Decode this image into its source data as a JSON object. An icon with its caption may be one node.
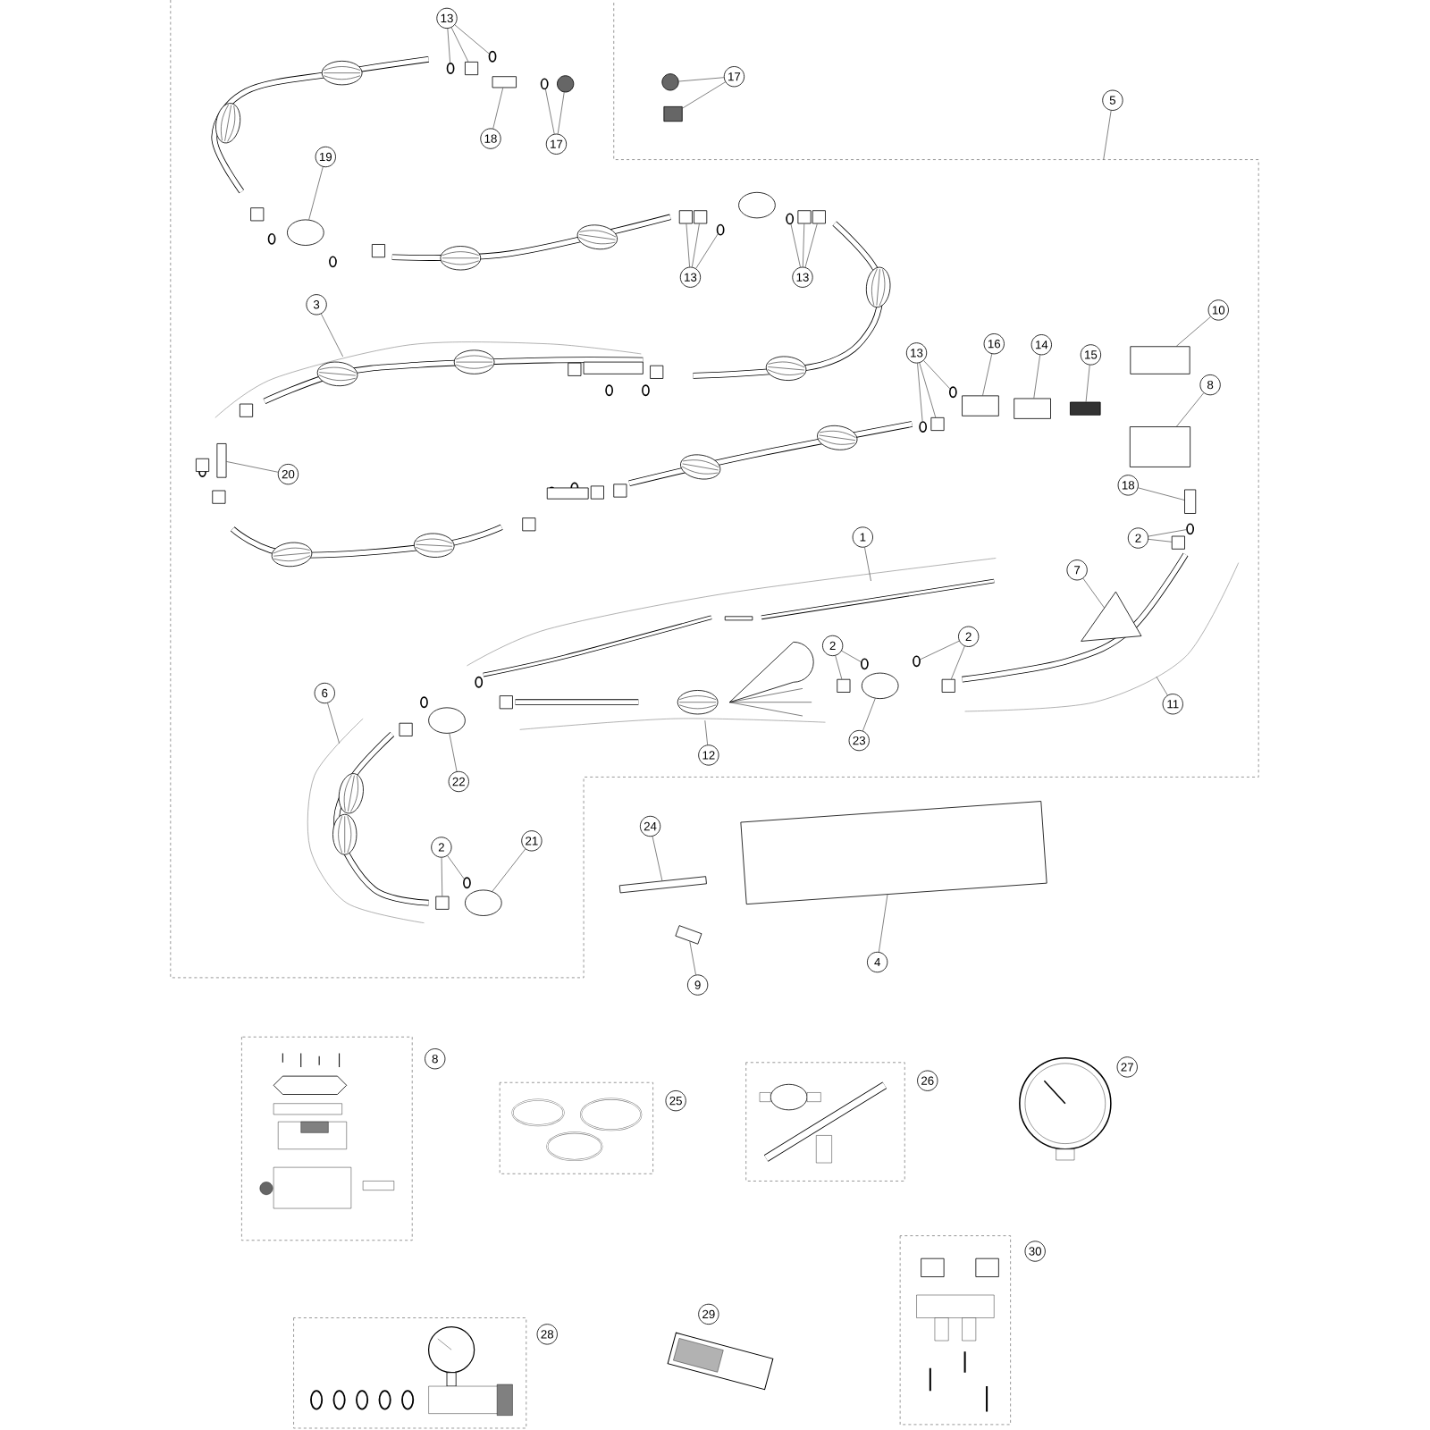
{
  "diagram": {
    "nodes": [
      {
        "text": [
          "13"
        ]
      },
      {
        "text": [
          "17"
        ]
      },
      {
        "text": [
          "18"
        ]
      },
      {
        "text": [
          "17"
        ]
      },
      {
        "text": [
          "5"
        ]
      },
      {
        "text": [
          "19"
        ]
      },
      {
        "text": [
          "13"
        ]
      },
      {
        "text": [
          "13"
        ]
      },
      {
        "text": [
          "3"
        ]
      },
      {
        "text": [
          "16"
        ]
      },
      {
        "text": [
          "14"
        ]
      },
      {
        "text": [
          "15"
        ]
      },
      {
        "text": [
          "10"
        ]
      },
      {
        "text": [
          "13"
        ]
      },
      {
        "text": [
          "8"
        ]
      },
      {
        "text": [
          "18"
        ]
      },
      {
        "text": [
          "20"
        ]
      },
      {
        "text": [
          "2"
        ]
      },
      {
        "text": [
          "1"
        ]
      },
      {
        "text": [
          "7"
        ]
      },
      {
        "text": [
          "2"
        ]
      },
      {
        "text": [
          "2"
        ]
      },
      {
        "text": [
          "6"
        ]
      },
      {
        "text": [
          "11"
        ]
      },
      {
        "text": [
          "22"
        ]
      },
      {
        "text": [
          "12"
        ]
      },
      {
        "text": [
          "23"
        ]
      },
      {
        "text": [
          "24"
        ]
      },
      {
        "text": [
          "2"
        ]
      },
      {
        "text": [
          "21"
        ]
      },
      {
        "text": [
          "4"
        ]
      },
      {
        "text": [
          "9"
        ]
      },
      {
        "text": [
          "8"
        ]
      },
      {
        "text": [
          "25"
        ]
      },
      {
        "text": [
          "26"
        ]
      },
      {
        "text": [
          "27"
        ]
      },
      {
        "text": [
          "28"
        ]
      },
      {
        "text": [
          "29"
        ]
      },
      {
        "text": [
          "30"
        ]
      },
      {
        "text": [],
        "shape": "ring"
      },
      {
        "text": [],
        "shape": "box"
      },
      {
        "text": [],
        "shape": "ring"
      },
      {
        "text": [],
        "shape": "circle"
      },
      {
        "text": [],
        "shape": "box"
      },
      {
        "text": [],
        "shape": "box"
      },
      {
        "text": [],
        "shape": "ring"
      },
      {
        "text": [],
        "shape": "circle"
      },
      {
        "text": [],
        "shape": "ellipse"
      },
      {
        "text": [],
        "shape": "box"
      },
      {
        "text": [],
        "shape": "box"
      },
      {
        "text": [],
        "shape": "ring"
      },
      {
        "text": [],
        "shape": "ring"
      },
      {
        "text": [],
        "shape": "box"
      },
      {
        "text": [],
        "shape": "box"
      },
      {
        "text": [],
        "shape": "box"
      },
      {
        "text": [],
        "shape": "box"
      },
      {
        "text": [],
        "shape": "box"
      },
      {
        "text": [],
        "shape": "box"
      },
      {
        "text": [],
        "shape": "ring"
      },
      {
        "text": [],
        "shape": "box"
      },
      {
        "text": [],
        "shape": "ring"
      },
      {
        "text": [],
        "shape": "box"
      },
      {
        "text": [],
        "shape": "box"
      },
      {
        "text": [],
        "shape": "box"
      },
      {
        "text": [],
        "shape": "ring"
      },
      {
        "text": [],
        "shape": "box"
      },
      {
        "text": [],
        "shape": "triangle"
      },
      {
        "text": [],
        "shape": "ring"
      },
      {
        "text": [],
        "shape": "box"
      },
      {
        "text": [],
        "shape": "ring"
      },
      {
        "text": [],
        "shape": "box"
      },
      {
        "text": [],
        "shape": "ellipse"
      },
      {
        "text": [],
        "shape": "ellipse"
      },
      {
        "text": [],
        "shape": "box"
      },
      {
        "text": [],
        "shape": "box"
      },
      {
        "text": [],
        "shape": "ring"
      },
      {
        "text": [],
        "shape": "ellipse"
      },
      {
        "text": [],
        "shape": "box"
      },
      {
        "text": [],
        "shape": "box"
      },
      {
        "text": [],
        "shape": "ellipse"
      }
    ],
    "edges": [
      {
        "from": 0,
        "to": 39,
        "arrow": "none"
      },
      {
        "from": 0,
        "to": 40,
        "arrow": "none"
      },
      {
        "from": 0,
        "to": 41,
        "arrow": "none"
      },
      {
        "from": 1,
        "to": 46,
        "arrow": "none"
      },
      {
        "from": 1,
        "to": 43,
        "arrow": "none"
      },
      {
        "from": 2,
        "to": 44,
        "arrow": "none"
      },
      {
        "from": 3,
        "to": 45,
        "arrow": "none"
      },
      {
        "from": 3,
        "to": 42,
        "arrow": "none"
      },
      {
        "from": 4,
        "to": null,
        "arrow": "none"
      },
      {
        "from": 5,
        "to": 47,
        "arrow": "none"
      },
      {
        "from": 6,
        "to": 48,
        "arrow": "none"
      },
      {
        "from": 6,
        "to": 49,
        "arrow": "none"
      },
      {
        "from": 6,
        "to": 50,
        "arrow": "none"
      },
      {
        "from": 7,
        "to": 51,
        "arrow": "none"
      },
      {
        "from": 7,
        "to": 52,
        "arrow": "none"
      },
      {
        "from": 7,
        "to": 53,
        "arrow": "none"
      },
      {
        "from": 8,
        "to": null,
        "arrow": "none"
      },
      {
        "from": 9,
        "to": 54,
        "arrow": "none"
      },
      {
        "from": 10,
        "to": 55,
        "arrow": "none"
      },
      {
        "from": 11,
        "to": 56,
        "arrow": "none"
      },
      {
        "from": 12,
        "to": 57,
        "arrow": "none"
      },
      {
        "from": 13,
        "to": 58,
        "arrow": "none"
      },
      {
        "from": 13,
        "to": 59,
        "arrow": "none"
      },
      {
        "from": 13,
        "to": 60,
        "arrow": "none"
      },
      {
        "from": 14,
        "to": 61,
        "arrow": "none"
      },
      {
        "from": 15,
        "to": 62,
        "arrow": "none"
      },
      {
        "from": 16,
        "to": 63,
        "arrow": "none"
      },
      {
        "from": 17,
        "to": 64,
        "arrow": "none"
      },
      {
        "from": 17,
        "to": 65,
        "arrow": "none"
      },
      {
        "from": 18,
        "to": null,
        "arrow": "none"
      },
      {
        "from": 19,
        "to": 66,
        "arrow": "none"
      },
      {
        "from": 20,
        "to": 67,
        "arrow": "none"
      },
      {
        "from": 20,
        "to": 68,
        "arrow": "none"
      },
      {
        "from": 21,
        "to": 69,
        "arrow": "none"
      },
      {
        "from": 21,
        "to": 70,
        "arrow": "none"
      },
      {
        "from": 22,
        "to": null,
        "arrow": "none"
      },
      {
        "from": 23,
        "to": null,
        "arrow": "none"
      },
      {
        "from": 24,
        "to": 71,
        "arrow": "none"
      },
      {
        "from": 25,
        "to": null,
        "arrow": "none"
      },
      {
        "from": 26,
        "to": 72,
        "arrow": "none"
      },
      {
        "from": 27,
        "to": 73,
        "arrow": "none"
      },
      {
        "from": 28,
        "to": 74,
        "arrow": "none"
      },
      {
        "from": 28,
        "to": 75,
        "arrow": "none"
      },
      {
        "from": 29,
        "to": 76,
        "arrow": "none"
      },
      {
        "from": 30,
        "to": 77,
        "arrow": "none"
      },
      {
        "from": 31,
        "to": 78,
        "arrow": "none"
      }
    ]
  }
}
